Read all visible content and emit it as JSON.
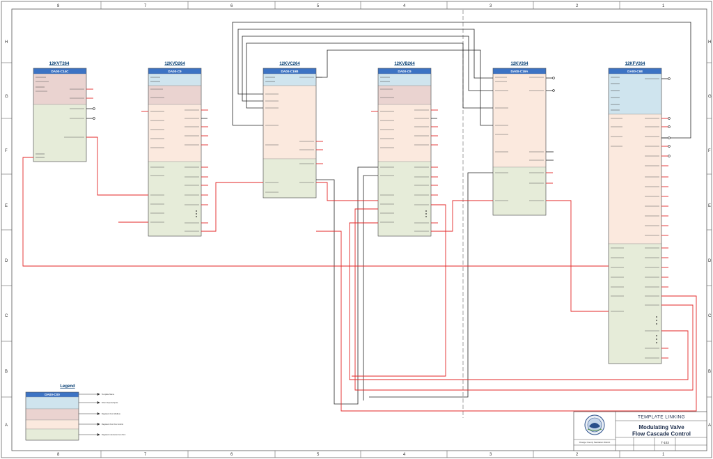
{
  "page_title": "Modulating Valve Flow Cascade Control",
  "colors": {
    "block_header": "#3c73c4",
    "section_blue": "#cfe4ee",
    "section_pink": "#ead3d0",
    "section_peach": "#fbe9de",
    "section_green": "#e6ecd9",
    "wire_red": "#e32626",
    "wire_black": "#222222"
  },
  "zones": {
    "columns": [
      "8",
      "7",
      "6",
      "5",
      "4",
      "3",
      "2",
      "1"
    ],
    "rows": [
      "H",
      "G",
      "F",
      "E",
      "D",
      "C",
      "B",
      "A"
    ]
  },
  "blocks": [
    {
      "tag": "12KVT264",
      "type": "DA00-C14C"
    },
    {
      "tag": "12KVD264",
      "type": "DA00-C9"
    },
    {
      "tag": "12KVC264",
      "type": "DA00-C19B"
    },
    {
      "tag": "12KVB264",
      "type": "DA00-C9"
    },
    {
      "tag": "12KV264",
      "type": "DA00-C19A"
    },
    {
      "tag": "12KFV264",
      "type": "DA00-C68"
    }
  ],
  "legend": {
    "title": "Legend",
    "block_type": "DA00-C00",
    "items": [
      "Template Name",
      "Filter Outputs/Inputs",
      "Registers from Modbus",
      "Registers from Fox Control",
      "Registers internal to Con PLC"
    ]
  },
  "title_block": {
    "header": "TEMPLATE LINKING",
    "title_line1": "Modulating Valve",
    "title_line2": "Flow Cascade Control",
    "org": "Orange County Sanitation District",
    "sheet_no": "T-103"
  }
}
